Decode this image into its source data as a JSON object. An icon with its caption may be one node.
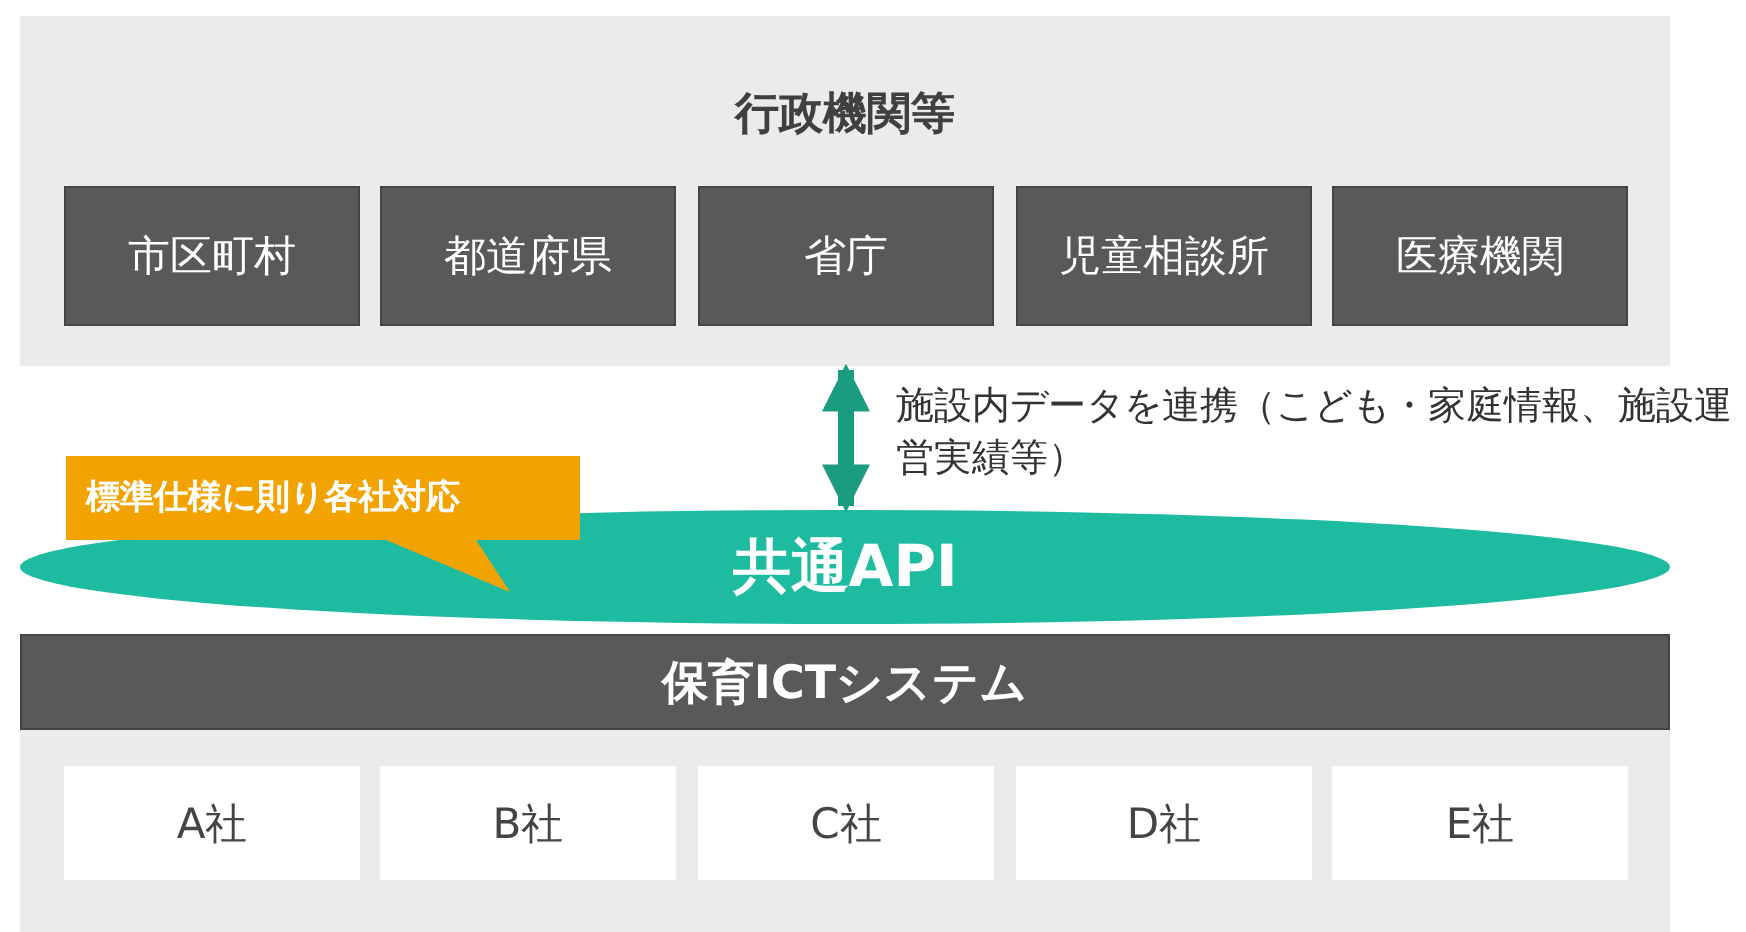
{
  "diagram": {
    "nodes": [
      {
        "text": [
          "行政機関等"
        ]
      },
      {
        "text": [
          "市区町村"
        ],
        "in": 0
      },
      {
        "text": [
          "都道府県"
        ],
        "in": 0
      },
      {
        "text": [
          "省庁"
        ],
        "in": 0
      },
      {
        "text": [
          "児童相談所"
        ],
        "in": 0
      },
      {
        "text": [
          "医療機関"
        ],
        "in": 0
      },
      {
        "text": [
          "共通API"
        ]
      },
      {
        "text": [
          "標準仕様に則り各社対応"
        ]
      },
      {
        "text": [
          "保育ICTシステム"
        ]
      },
      {
        "text": [
          "A社"
        ],
        "in": 8
      },
      {
        "text": [
          "B社"
        ],
        "in": 8
      },
      {
        "text": [
          "C社"
        ],
        "in": 8
      },
      {
        "text": [
          "D社"
        ],
        "in": 8
      },
      {
        "text": [
          "E社"
        ],
        "in": 8
      }
    ],
    "edges": [
      {
        "from": 0,
        "to": 6,
        "arrow": "both",
        "label": "施設内データを連携（こども・家庭情報、施設運営実績等）"
      }
    ]
  }
}
